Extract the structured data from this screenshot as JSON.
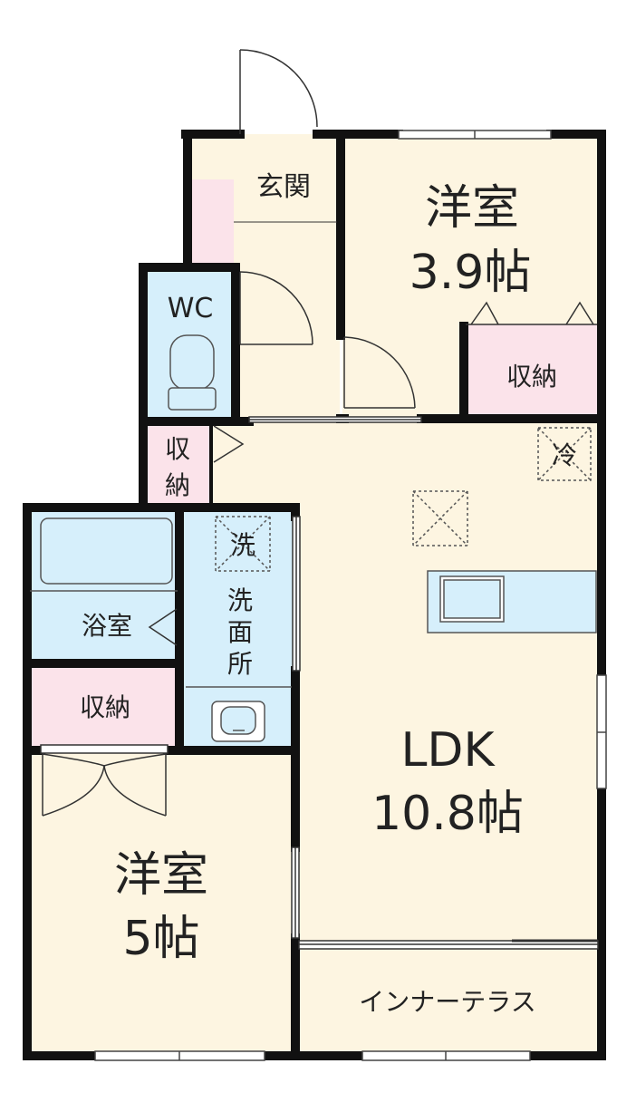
{
  "rooms": {
    "genkan": "玄関",
    "wc": "WC",
    "western_room_1_name": "洋室",
    "western_room_1_size": "3.9帖",
    "storage_1": "収納",
    "storage_2_line1": "収",
    "storage_2_line2": "納",
    "refrigerator": "冷",
    "washer": "洗",
    "washroom_line1": "洗",
    "washroom_line2": "面",
    "washroom_line3": "所",
    "bathroom": "浴室",
    "storage_3": "収納",
    "ldk_name": "LDK",
    "ldk_size": "10.8帖",
    "western_room_2_name": "洋室",
    "western_room_2_size": "5帖",
    "inner_terrace": "インナーテラス"
  },
  "colors": {
    "wall": "#111111",
    "floor": "#fdf5e1",
    "wet_area": "#d6effb",
    "storage": "#fbe3ea",
    "fixture_stroke": "#555555"
  }
}
